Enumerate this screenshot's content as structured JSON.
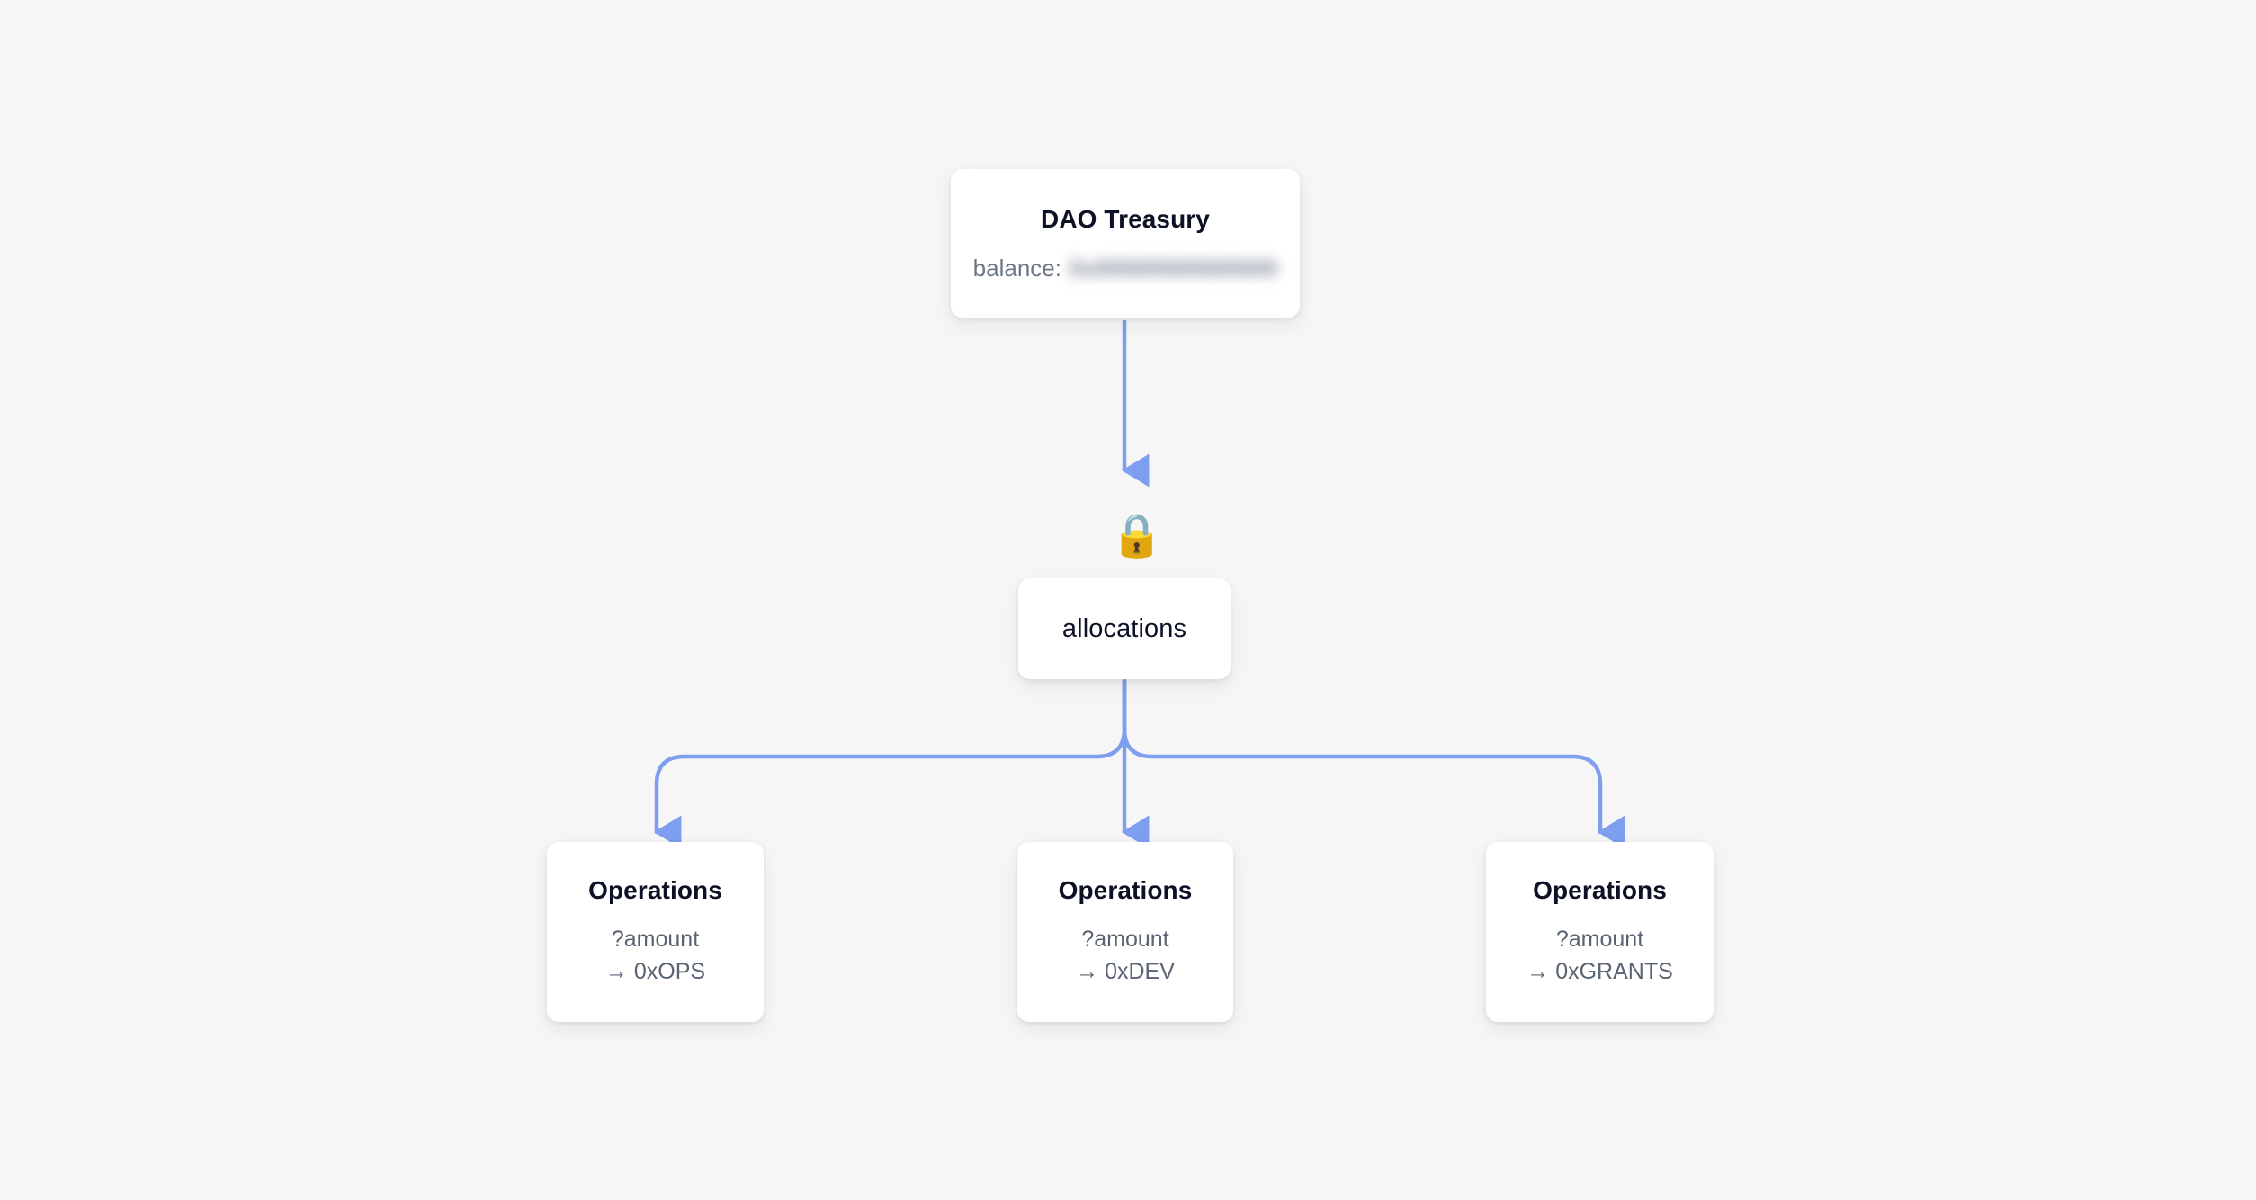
{
  "canvas": {
    "background": "#f6f6f6",
    "edge_color": "#7e9ef0",
    "title_color": "#0d1126",
    "muted_color": "#5a6472"
  },
  "diagram": {
    "type": "flowchart",
    "direction": "top-down",
    "root": {
      "title": "DAO Treasury",
      "balance_label": "balance:",
      "balance_value": "0x00000000000000",
      "balance_redacted": true
    },
    "lock": {
      "icon": "lock-emoji",
      "glyph": "🔒"
    },
    "middle": {
      "title": "allocations"
    },
    "leaves": [
      {
        "title": "Operations",
        "amount": "?amount",
        "arrow": "→",
        "target": "0xOPS"
      },
      {
        "title": "Operations",
        "amount": "?amount",
        "arrow": "→",
        "target": "0xDEV"
      },
      {
        "title": "Operations",
        "amount": "?amount",
        "arrow": "→",
        "target": "0xGRANTS"
      }
    ]
  }
}
